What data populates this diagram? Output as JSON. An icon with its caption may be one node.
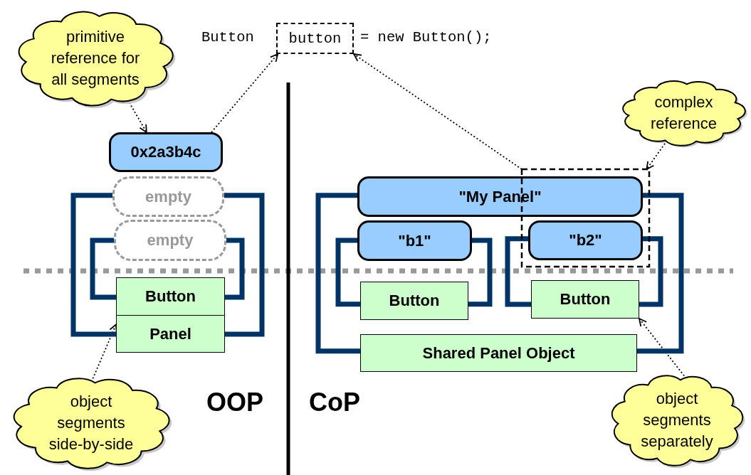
{
  "diagram": {
    "nodes": [
      {
        "text": [
          "primitive reference for all segments"
        ]
      },
      {
        "text": [
          "button"
        ]
      },
      {
        "text": [
          "0x2a3b4c"
        ]
      },
      {
        "text": [
          "empty"
        ]
      },
      {
        "text": [
          "empty"
        ]
      },
      {
        "text": [
          "Button"
        ]
      },
      {
        "text": [
          "Panel"
        ]
      },
      {
        "text": [
          "object segments side-by-side"
        ]
      },
      {
        "text": [
          "complex reference"
        ]
      },
      {
        "text": [],
        "shape": "box"
      },
      {
        "text": [
          "\"My Panel\""
        ]
      },
      {
        "text": [
          "\"b1\""
        ]
      },
      {
        "text": [
          "\"b2\""
        ],
        "in": 9
      },
      {
        "text": [
          "Button"
        ]
      },
      {
        "text": [
          "Button"
        ]
      },
      {
        "text": [
          "Shared Panel Object"
        ]
      },
      {
        "text": [
          "object segments separately"
        ]
      }
    ],
    "edges": [
      {
        "from": 0,
        "to": 2,
        "arrow": "to",
        "style": "dashed",
        "color": "#000000"
      },
      {
        "from": 2,
        "to": 1,
        "arrow": "to",
        "style": "dashed",
        "color": "#000000"
      },
      {
        "from": 9,
        "to": 1,
        "arrow": "to",
        "style": "dashed",
        "color": "#000000"
      },
      {
        "from": 8,
        "to": 9,
        "arrow": "to",
        "style": "dashed",
        "color": "#000000"
      },
      {
        "from": 7,
        "to": 6,
        "arrow": "to",
        "style": "dashed",
        "color": "#000000"
      },
      {
        "from": 16,
        "to": 14,
        "arrow": "to",
        "style": "dashed",
        "color": "#000000"
      },
      {
        "from": 3,
        "to": 6,
        "arrow": "none"
      },
      {
        "from": 3,
        "to": 6,
        "arrow": "none"
      },
      {
        "from": 4,
        "to": 5,
        "arrow": "none"
      },
      {
        "from": 4,
        "to": 5,
        "arrow": "none"
      },
      {
        "from": 10,
        "to": 15,
        "arrow": "none"
      },
      {
        "from": 10,
        "to": 15,
        "arrow": "none"
      },
      {
        "from": 11,
        "to": 13,
        "arrow": "none"
      },
      {
        "from": 11,
        "to": 13,
        "arrow": "none"
      },
      {
        "from": 12,
        "to": 14,
        "arrow": "none"
      },
      {
        "from": 12,
        "to": 14,
        "arrow": "none"
      }
    ],
    "labels": [
      "Button",
      "= new Button();",
      "OOP",
      "CoP"
    ]
  }
}
